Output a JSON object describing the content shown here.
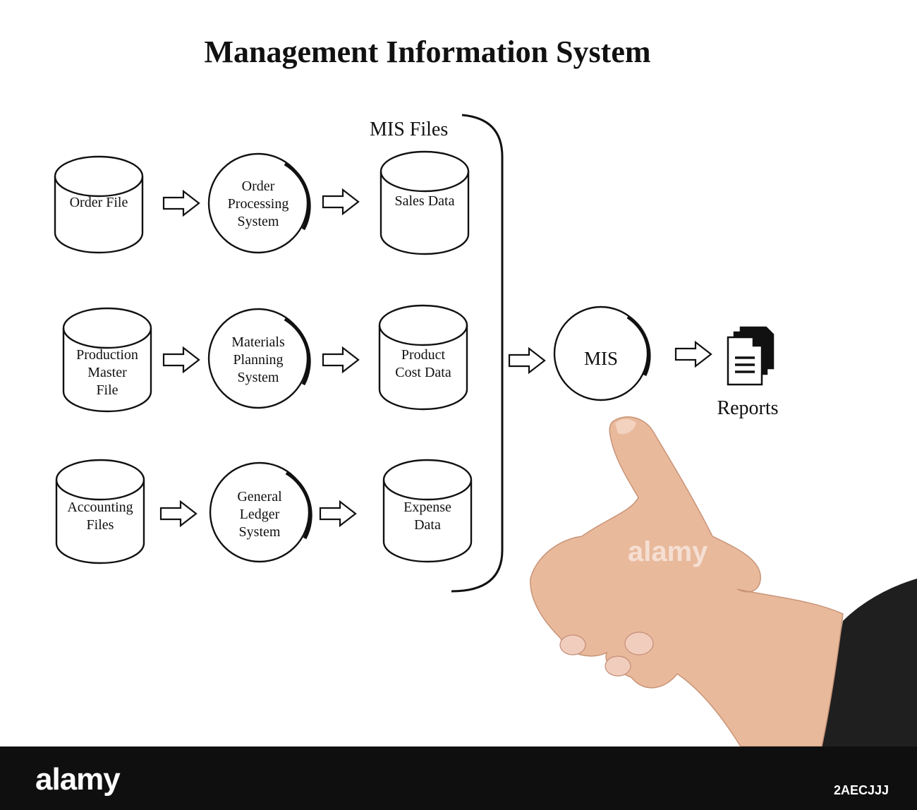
{
  "title": "Management Information System",
  "section_label": "MIS Files",
  "sources": [
    {
      "label": "Order File"
    },
    {
      "label": "Production\nMaster\nFile"
    },
    {
      "label": "Accounting\nFiles"
    }
  ],
  "processes": [
    {
      "label": "Order\nProcessing\nSystem"
    },
    {
      "label": "Materials\nPlanning\nSystem"
    },
    {
      "label": "General\nLedger\nSystem"
    }
  ],
  "outputs": [
    {
      "label": "Sales Data"
    },
    {
      "label": "Product\nCost Data"
    },
    {
      "label": "Expense\nData"
    }
  ],
  "hub": {
    "label": "MIS"
  },
  "result": {
    "label": "Reports",
    "icon": "documents-icon"
  },
  "watermark": "alamy",
  "footer": {
    "logo": "alamy",
    "image_id": "2AECJJJ"
  },
  "colors": {
    "line": "#111111",
    "background": "#ffffff",
    "footer": "#0f0f0f"
  }
}
